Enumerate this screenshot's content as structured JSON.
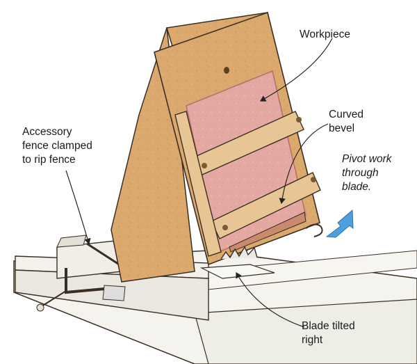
{
  "labels": {
    "workpiece": [
      "Workpiece"
    ],
    "curved_bevel": [
      "Curved",
      "bevel"
    ],
    "accessory_fence": [
      "Accessory",
      "fence clamped",
      "to rip fence"
    ],
    "pivot": [
      "Pivot work",
      "through",
      "blade."
    ],
    "blade_tilted": [
      "Blade tilted",
      "right"
    ]
  },
  "colors": {
    "plywood": "#d9a66c",
    "plywood_dark": "#b88950",
    "workpiece": "#e3a59f",
    "workpiece_edge": "#b8706b",
    "cleat": "#e6c393",
    "table": "#f1f0ea",
    "outline": "#3a2e22",
    "arrow": "#4da0dd"
  },
  "icons": {
    "motion_arrow": "blue-arrow-icon"
  }
}
